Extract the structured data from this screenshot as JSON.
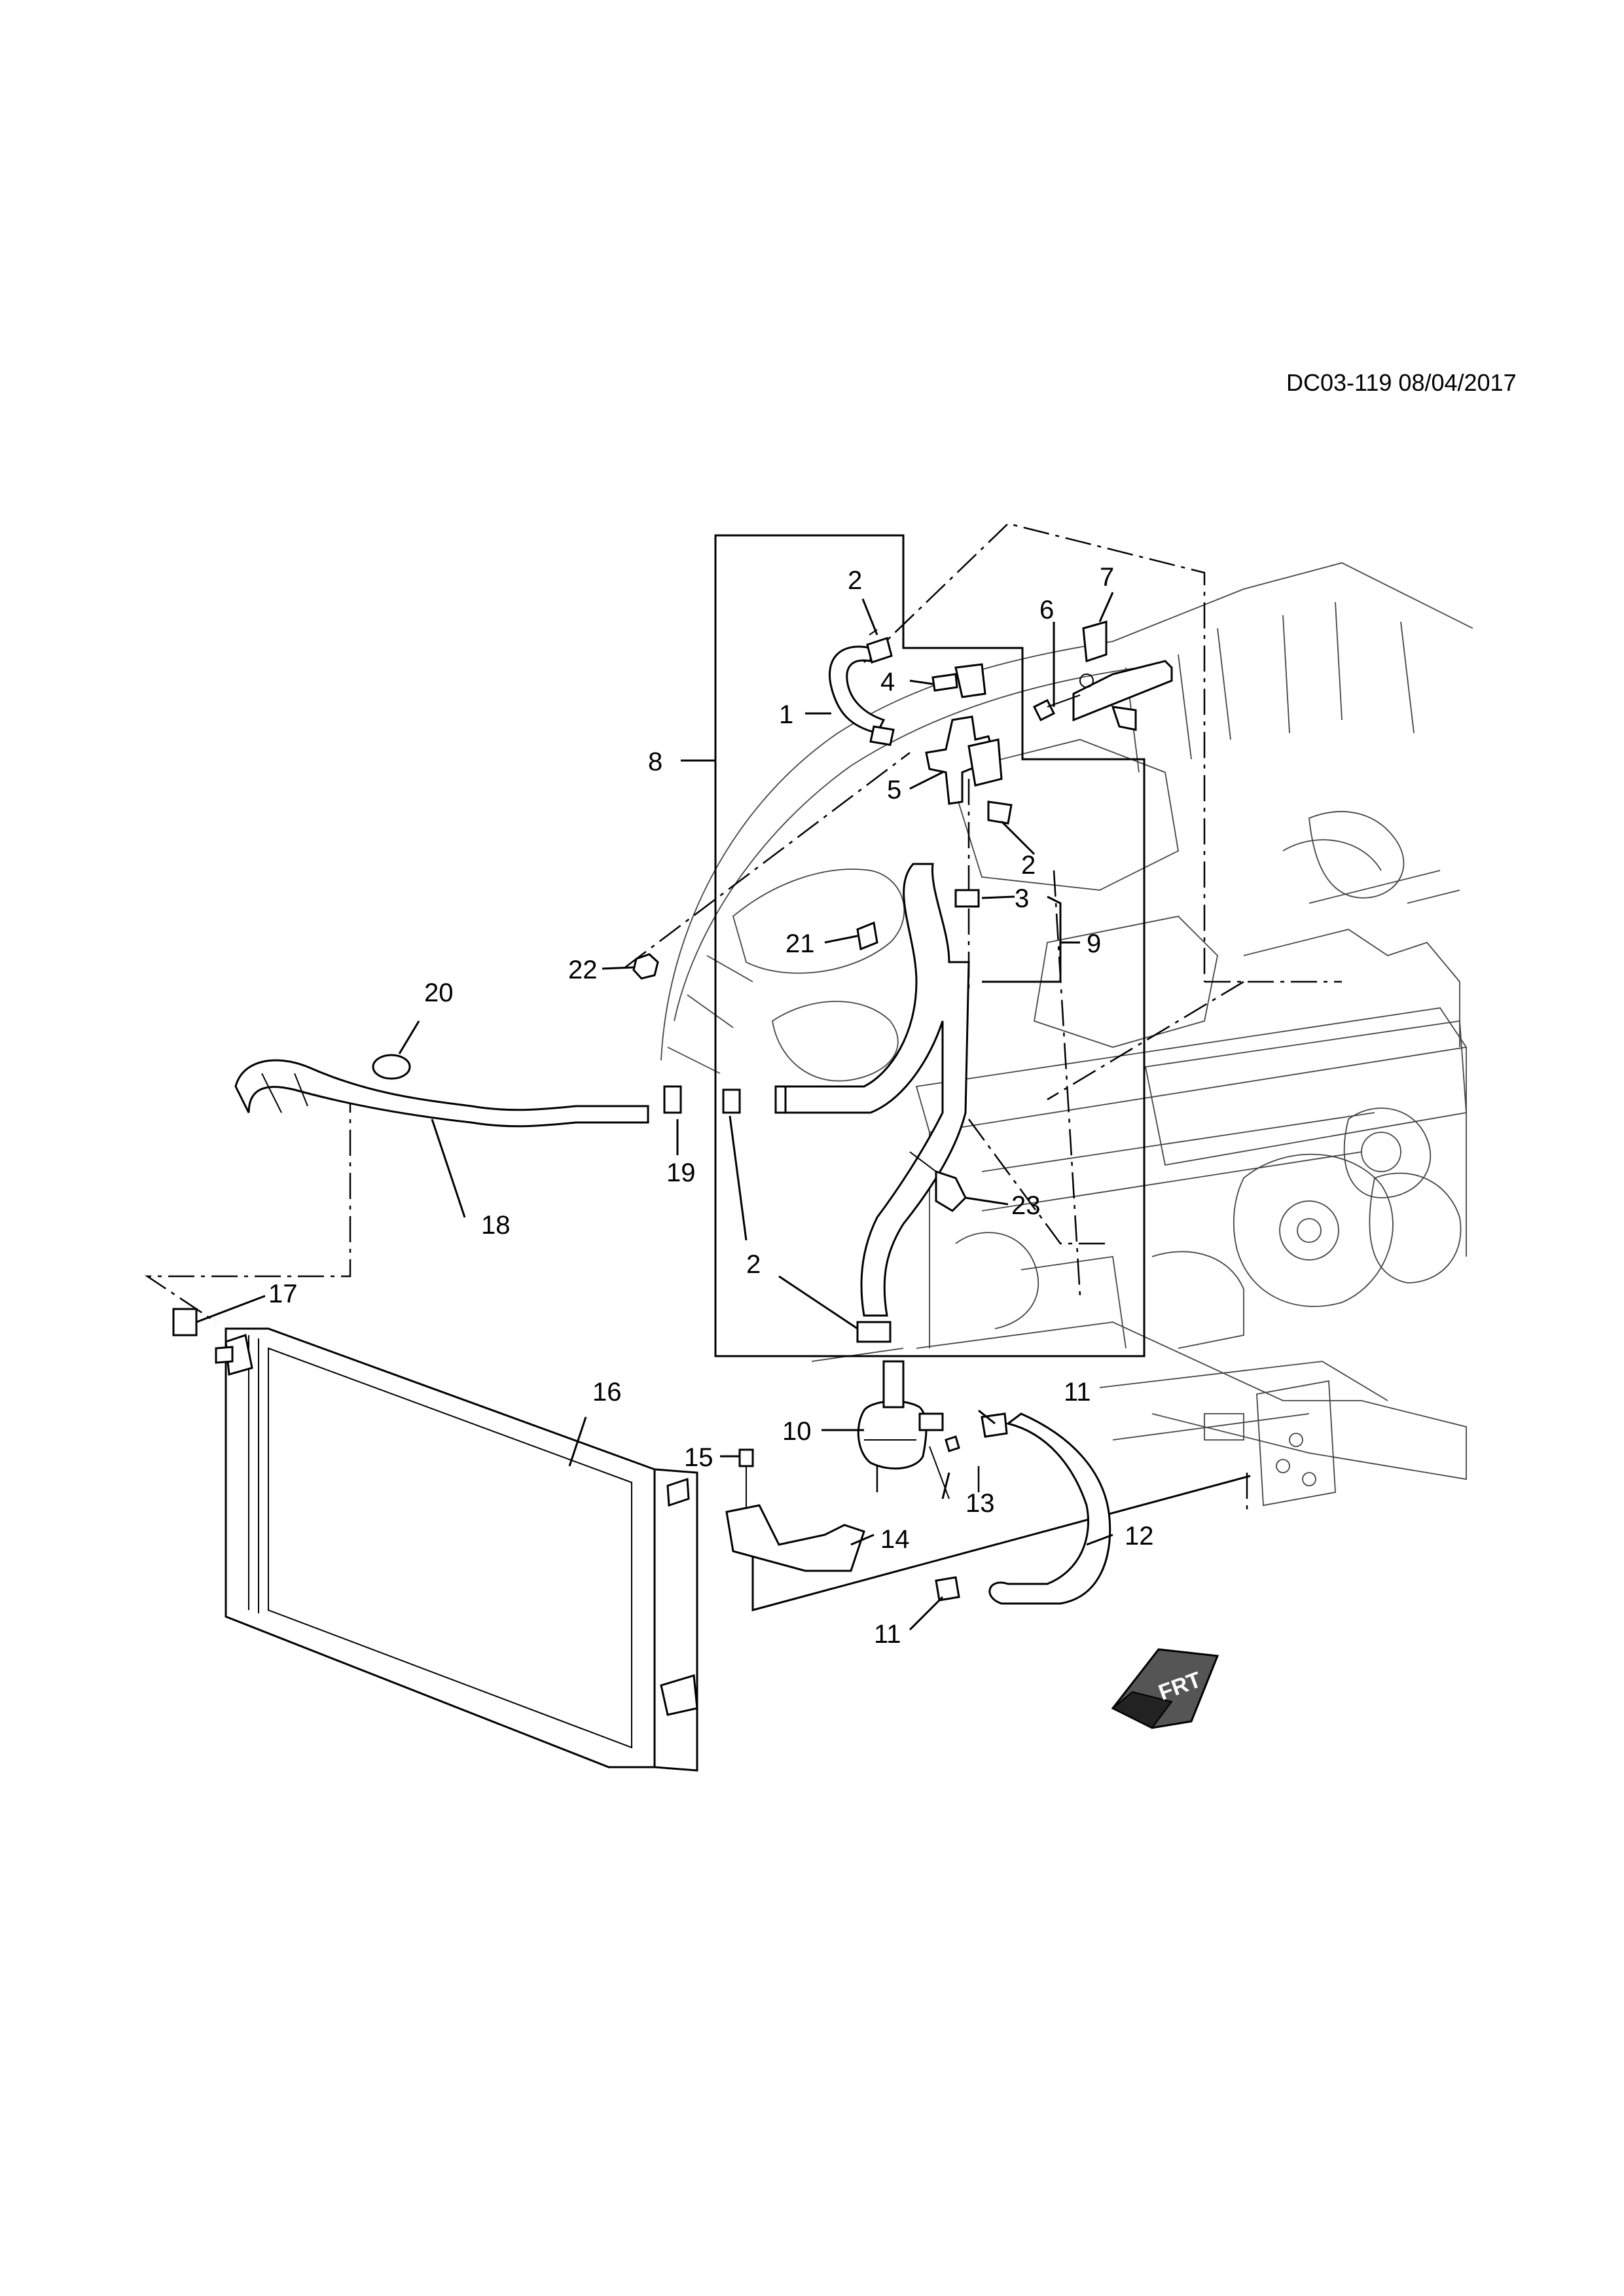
{
  "header": {
    "diagram_code": "DC03-119 08/04/2017"
  },
  "callouts": {
    "c1": "1",
    "c2a": "2",
    "c2b": "2",
    "c2c": "2",
    "c3": "3",
    "c4": "4",
    "c5": "5",
    "c6": "6",
    "c7": "7",
    "c8": "8",
    "c9": "9",
    "c10": "10",
    "c11a": "11",
    "c11b": "11",
    "c12": "12",
    "c13": "13",
    "c14": "14",
    "c15": "15",
    "c16": "16",
    "c17": "17",
    "c18": "18",
    "c19": "19",
    "c20": "20",
    "c21": "21",
    "c22": "22",
    "c23": "23"
  },
  "direction_badge": {
    "text": "FRT",
    "icon": "front-direction-arrow-icon"
  }
}
